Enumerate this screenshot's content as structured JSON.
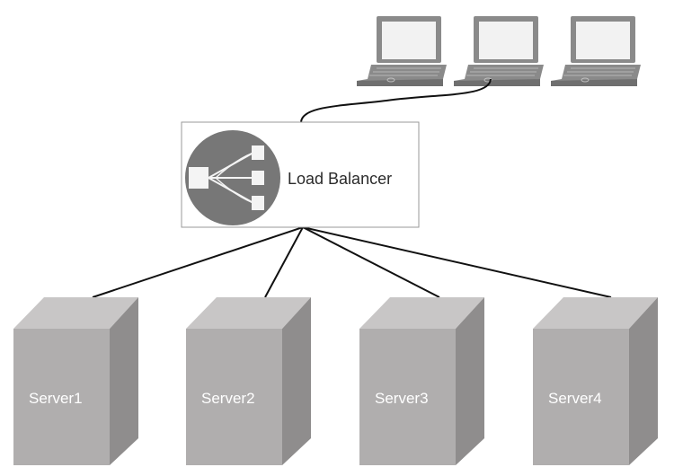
{
  "diagram": {
    "load_balancer": {
      "label": "Load Balancer"
    },
    "clients": [
      {
        "icon": "laptop-icon"
      },
      {
        "icon": "laptop-icon"
      },
      {
        "icon": "laptop-icon"
      }
    ],
    "servers": [
      {
        "label": "Server1",
        "icon": "server-icon"
      },
      {
        "label": "Server2",
        "icon": "server-icon"
      },
      {
        "label": "Server3",
        "icon": "server-icon"
      },
      {
        "label": "Server4",
        "icon": "server-icon"
      }
    ],
    "colors": {
      "server_front": "#b0aeae",
      "server_top": "#c8c6c6",
      "server_side": "#8f8d8d",
      "laptop": "#8a8a8a",
      "load_balancer_icon": "#777777",
      "connector": "#111111"
    }
  }
}
